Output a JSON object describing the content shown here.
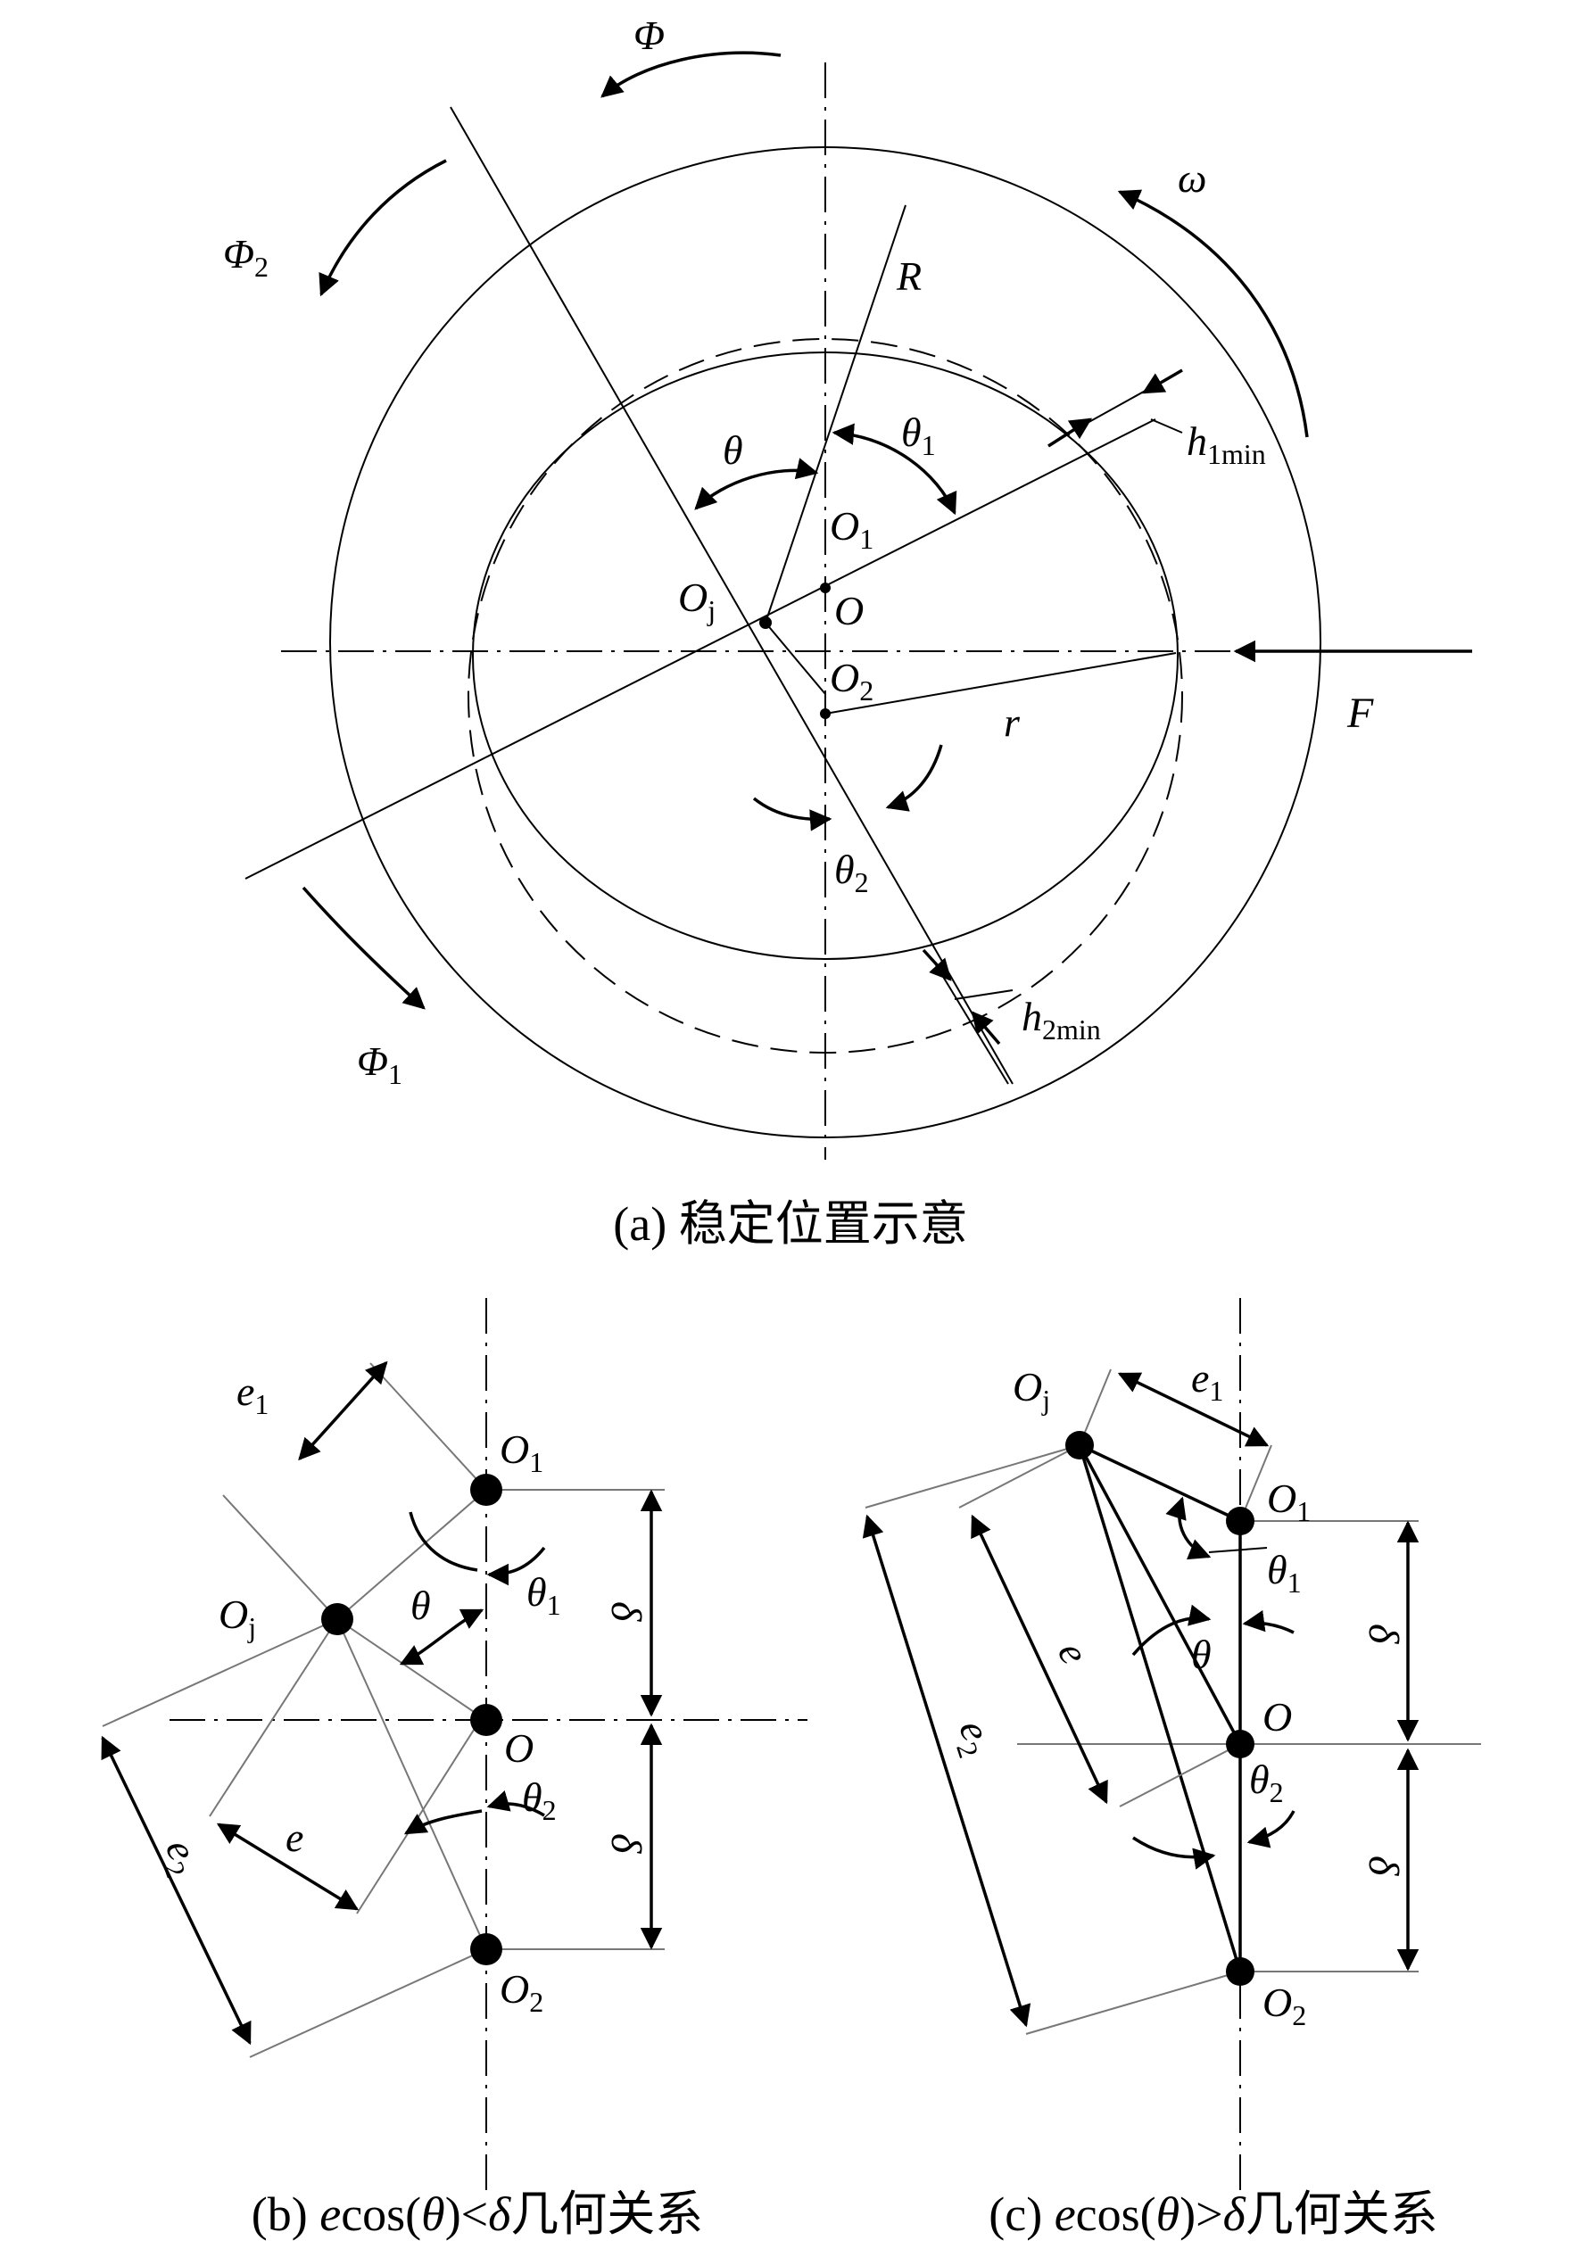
{
  "panel_a": {
    "labels": {
      "phi": "Φ",
      "phi2": "Φ",
      "phi2_sub": "2",
      "phi1": "Φ",
      "phi1_sub": "1",
      "omega": "ω",
      "R": "R",
      "r": "r",
      "F": "F",
      "theta": "θ",
      "theta1": "θ",
      "theta1_sub": "1",
      "theta2": "θ",
      "theta2_sub": "2",
      "O": "O",
      "O1": "O",
      "O1_sub": "1",
      "O2": "O",
      "O2_sub": "2",
      "Oj": "O",
      "Oj_sub": "j",
      "h1min": "h",
      "h1min_sub": "1min",
      "h2min": "h",
      "h2min_sub": "2min"
    },
    "caption": "(a) 稳定位置示意"
  },
  "panel_b": {
    "labels": {
      "O1": "O",
      "O1_sub": "1",
      "O": "O",
      "O2": "O",
      "O2_sub": "2",
      "Oj": "O",
      "Oj_sub": "j",
      "e": "e",
      "e1": "e",
      "e1_sub": "1",
      "e2": "e",
      "e2_sub": "2",
      "theta": "θ",
      "theta1": "θ",
      "theta1_sub": "1",
      "theta2": "θ",
      "theta2_sub": "2",
      "delta_top": "δ",
      "delta_bottom": "δ"
    },
    "caption_prefix": "(b) ",
    "caption_e": "e",
    "caption_mid": "cos(",
    "caption_theta": "θ",
    "caption_rel": ")<",
    "caption_delta": "δ",
    "caption_tail": "几何关系"
  },
  "panel_c": {
    "labels": {
      "O1": "O",
      "O1_sub": "1",
      "O": "O",
      "O2": "O",
      "O2_sub": "2",
      "Oj": "O",
      "Oj_sub": "j",
      "e": "e",
      "e1": "e",
      "e1_sub": "1",
      "e2": "e",
      "e2_sub": "2",
      "theta": "θ",
      "theta1": "θ",
      "theta1_sub": "1",
      "theta2": "θ",
      "theta2_sub": "2",
      "delta_top": "δ",
      "delta_bottom": "δ"
    },
    "caption_prefix": "(c) ",
    "caption_e": "e",
    "caption_mid": "cos(",
    "caption_theta": "θ",
    "caption_rel": ")>",
    "caption_delta": "δ",
    "caption_tail": "几何关系"
  }
}
